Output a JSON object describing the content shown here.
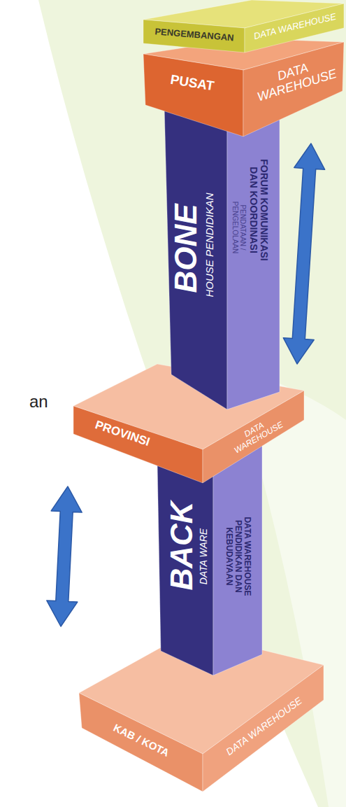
{
  "diagram": {
    "nodes": [
      {
        "text": [
          "PENGEMBANGAN",
          "DATA WAREHOUSE"
        ]
      },
      {
        "text": [
          "PUSAT",
          "DATA WAREHOUSE"
        ]
      },
      {
        "text": [
          "BONE",
          "HOUSE PENDIDIKAN",
          "FORUM KOMUNIKASI DAN KOORDINASI",
          "PENDATAAN / PENGELOLAAN"
        ]
      },
      {
        "text": [
          "PROVINSI",
          "DATA WAREHOUSE"
        ]
      },
      {
        "text": [
          "BACK",
          "DATA WARE",
          "DATA WAREHOUSE PENDIDIKAN DAN KEBUDAYAAN"
        ]
      },
      {
        "text": [
          "KAB / KOTA",
          "DATA WAREHOUSE"
        ]
      }
    ],
    "edges": [
      {
        "from": 1,
        "to": 3,
        "arrow": "both"
      },
      {
        "from": 3,
        "to": 5,
        "arrow": "both"
      }
    ],
    "labels": [
      "an"
    ]
  }
}
